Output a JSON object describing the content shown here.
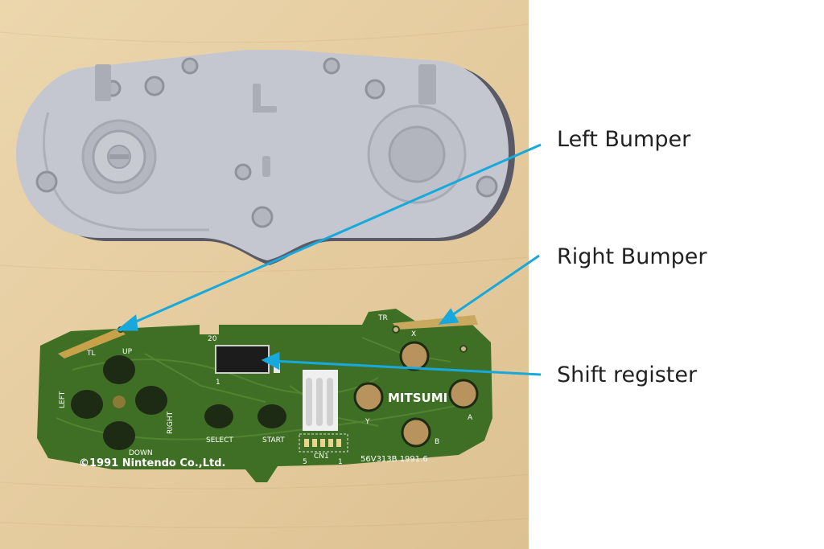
{
  "colors": {
    "wood": "#e7cfa4",
    "plastic": "#c4c6cf",
    "pcb": "#3f6f24",
    "callout_line": "#17a9db",
    "label_text": "#222222"
  },
  "callouts": {
    "left_bumper": "Left Bumper",
    "right_bumper": "Right Bumper",
    "shift_register": "Shift register"
  },
  "pcb_print": {
    "copyright": "©1991 Nintendo Co.,Ltd.",
    "brand": "MITSUMI",
    "board_code": "56V313B 1991.6",
    "connector": "CN1",
    "tl": "TL",
    "tr": "TR",
    "up": "UP",
    "down": "DOWN",
    "left": "LEFT",
    "right": "RIGHT",
    "select": "SELECT",
    "start": "START",
    "x": "X",
    "y": "Y",
    "a": "A",
    "b": "B",
    "pin20": "20",
    "pin1": "1",
    "cn1_pin5": "5",
    "cn1_pin1": "1"
  }
}
